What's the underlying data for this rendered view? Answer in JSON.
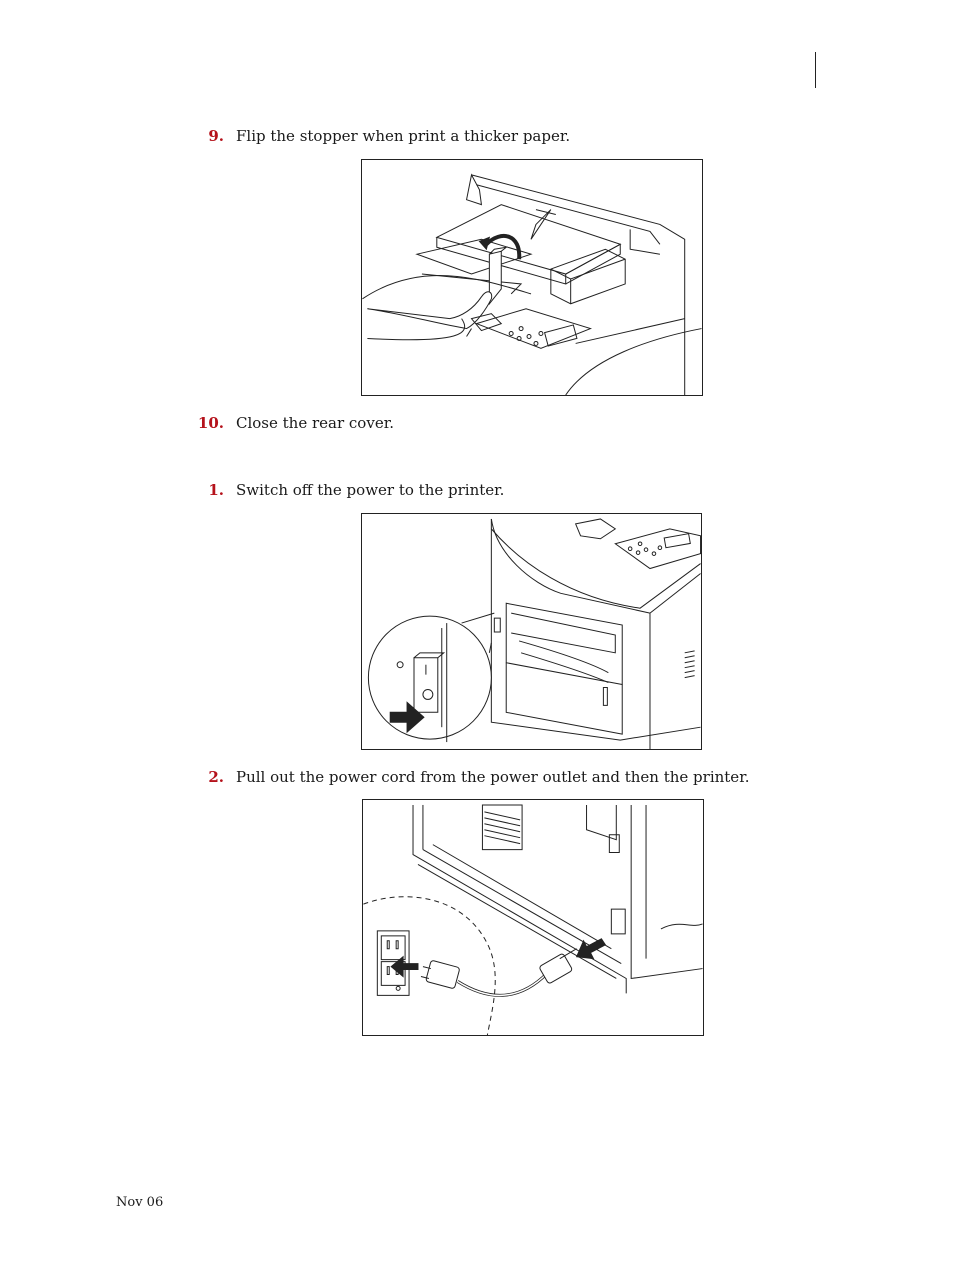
{
  "steps": [
    {
      "number": "9.",
      "text": "Flip the stopper when print a thicker paper."
    },
    {
      "number": "10.",
      "text": "Close the rear cover."
    },
    {
      "number": "1.",
      "text": "Switch off the power to the printer."
    },
    {
      "number": "2.",
      "text": "Pull out the power cord from the power outlet and then the printer."
    }
  ],
  "footer": {
    "date": "Nov 06"
  }
}
